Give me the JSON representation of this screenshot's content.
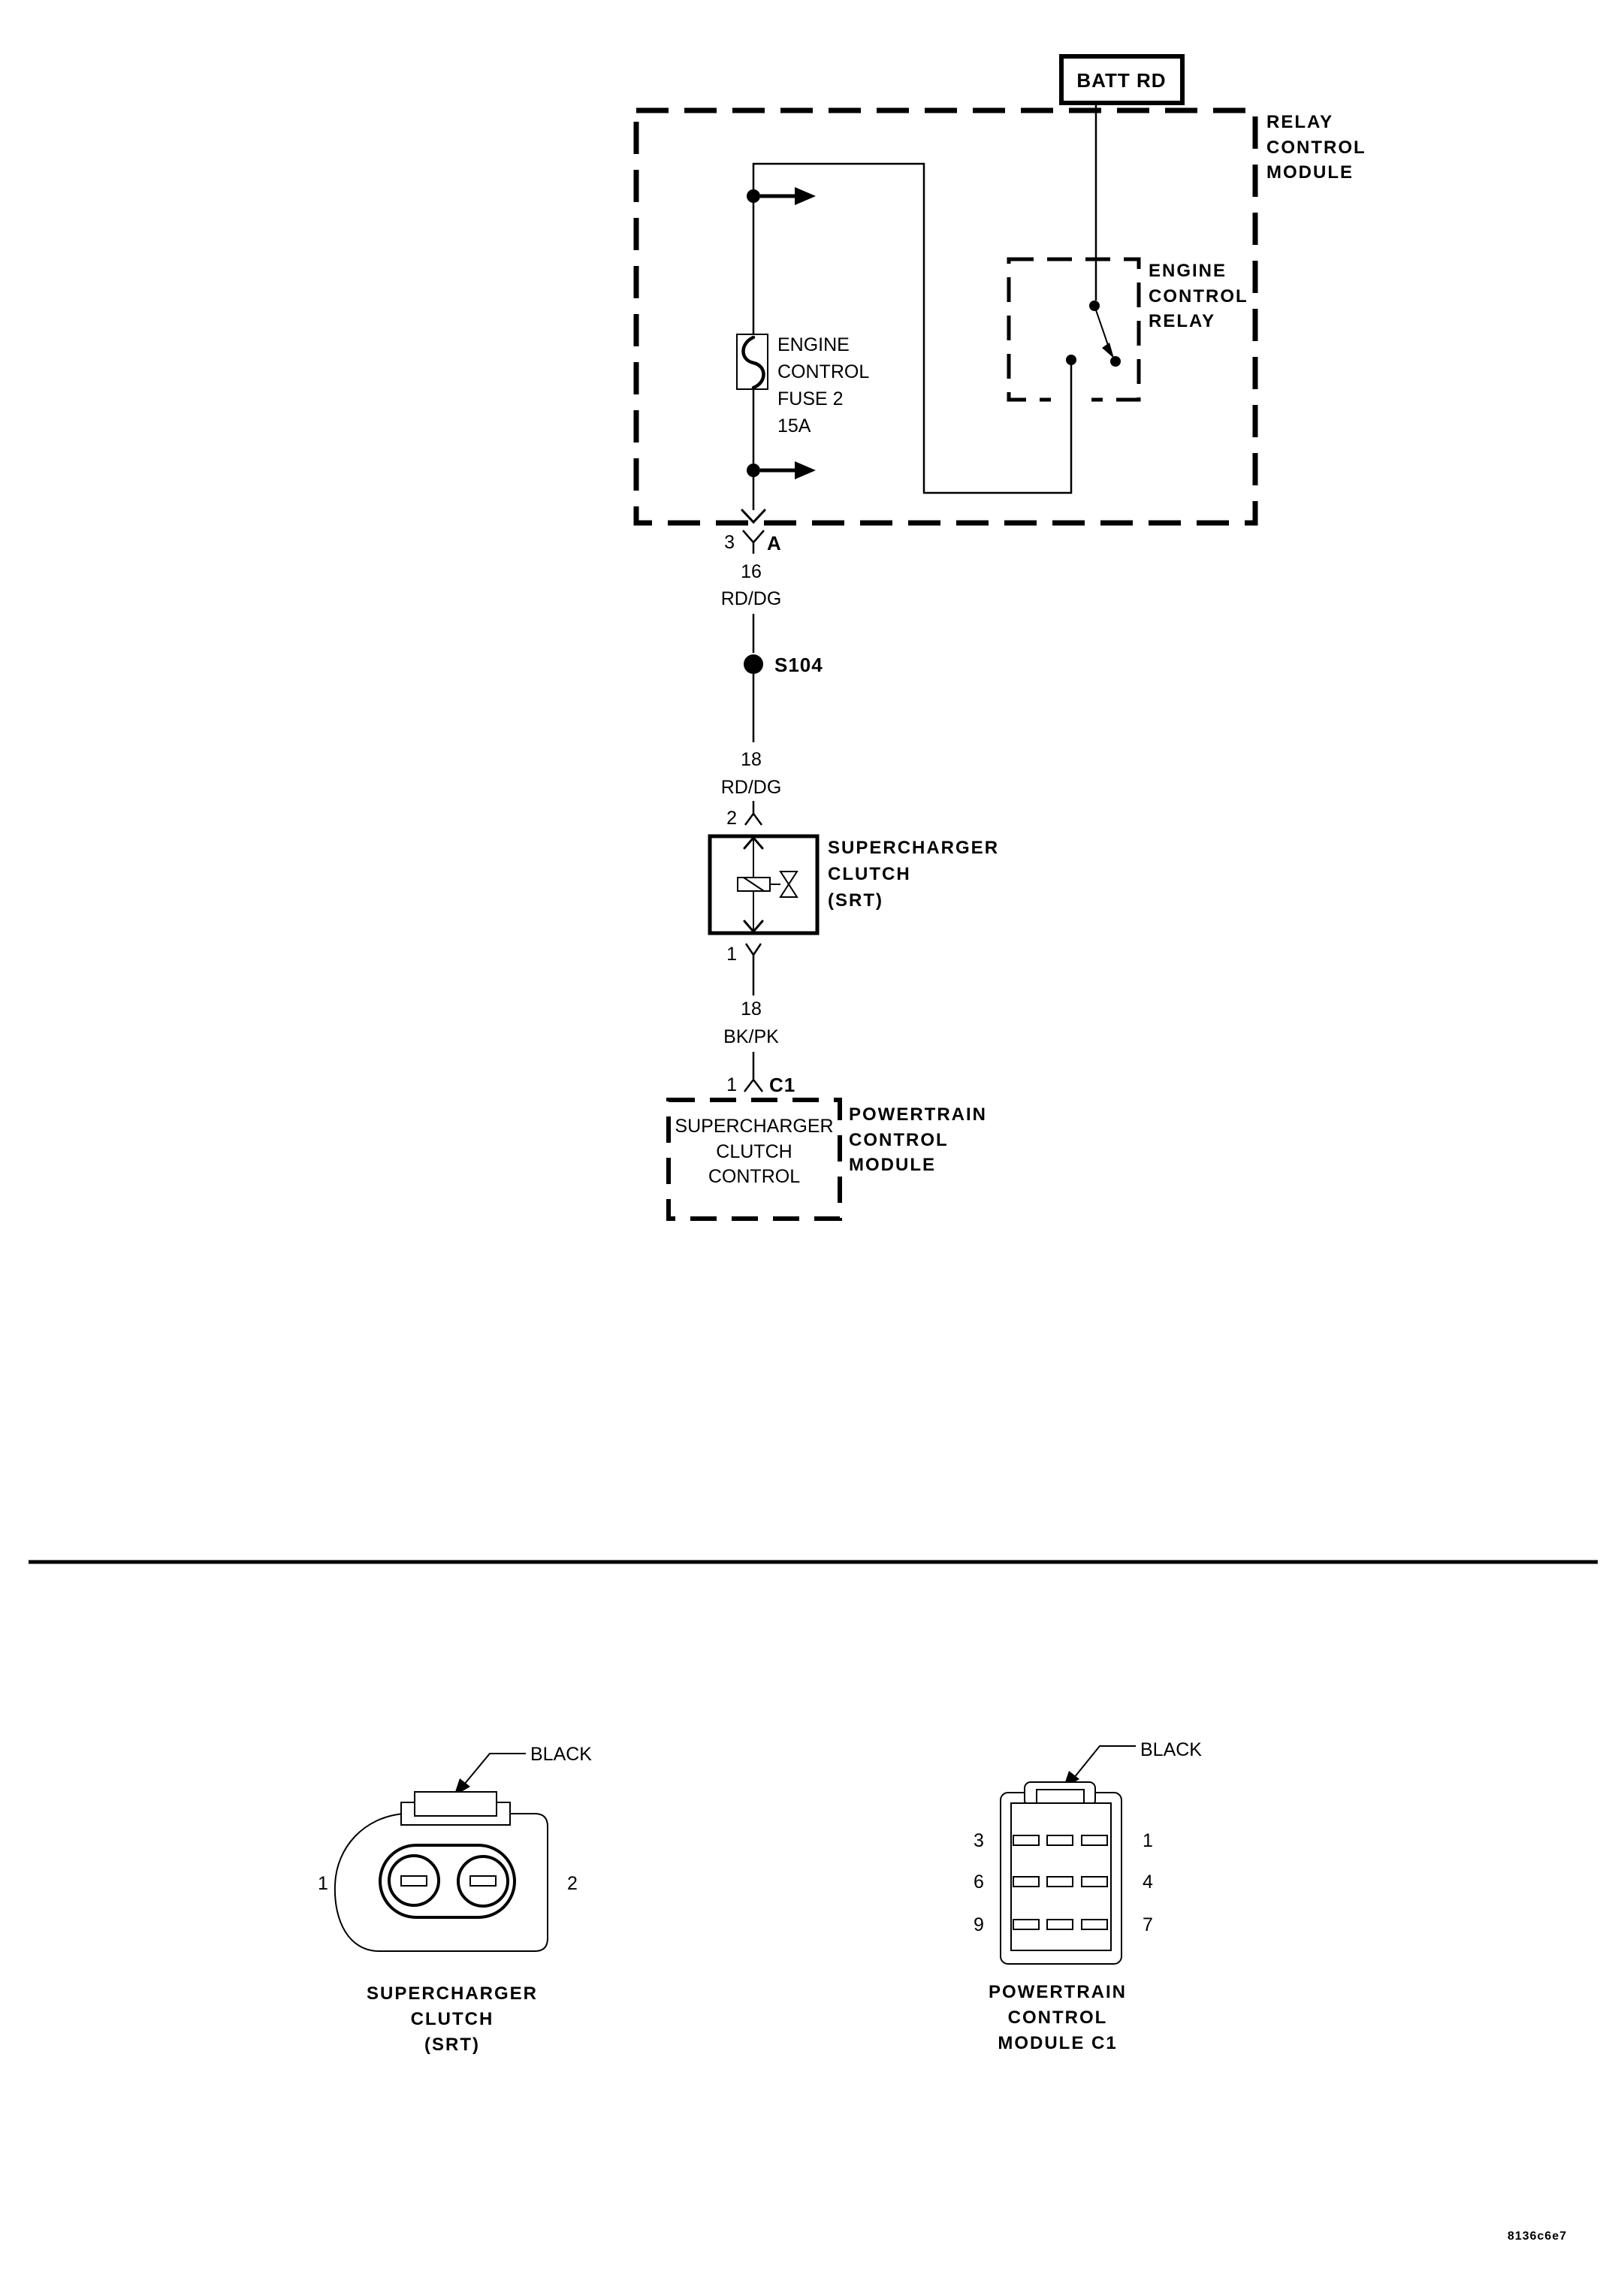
{
  "colors": {
    "ink": "#000000",
    "paper": "#ffffff"
  },
  "schematic": {
    "batt": {
      "label": "BATT RD"
    },
    "module": {
      "lines": [
        "RELAY",
        "CONTROL",
        "MODULE"
      ]
    },
    "relay": {
      "lines": [
        "ENGINE",
        "CONTROL",
        "RELAY"
      ]
    },
    "fuse": {
      "lines": [
        "ENGINE",
        "CONTROL",
        "FUSE 2",
        "15A"
      ]
    },
    "conn_a": {
      "pin": "3",
      "id": "A"
    },
    "wire_16_rddg": {
      "gauge": "16",
      "color": "RD/DG"
    },
    "splice": {
      "id": "S104"
    },
    "wire_18_rddg": {
      "gauge": "18",
      "color": "RD/DG"
    },
    "clutch": {
      "pin_top": "2",
      "pin_bottom": "1",
      "lines": [
        "SUPERCHARGER",
        "CLUTCH",
        "(SRT)"
      ]
    },
    "wire_18_bkpk": {
      "gauge": "18",
      "color": "BK/PK"
    },
    "conn_c1": {
      "pin": "1",
      "id": "C1"
    },
    "pcm": {
      "signal_lines": [
        "SUPERCHARGER",
        "CLUTCH",
        "CONTROL"
      ],
      "lines": [
        "POWERTRAIN",
        "CONTROL",
        "MODULE"
      ]
    }
  },
  "pinouts": {
    "clutch": {
      "color": "BLACK",
      "pin_left": "1",
      "pin_right": "2",
      "caption": [
        "SUPERCHARGER",
        "CLUTCH",
        "(SRT)"
      ]
    },
    "pcm": {
      "color": "BLACK",
      "pins_left": [
        "3",
        "6",
        "9"
      ],
      "pins_right": [
        "1",
        "4",
        "7"
      ],
      "caption": [
        "POWERTRAIN",
        "CONTROL",
        "MODULE C1"
      ]
    }
  },
  "footer": {
    "code": "8136c6e7"
  }
}
